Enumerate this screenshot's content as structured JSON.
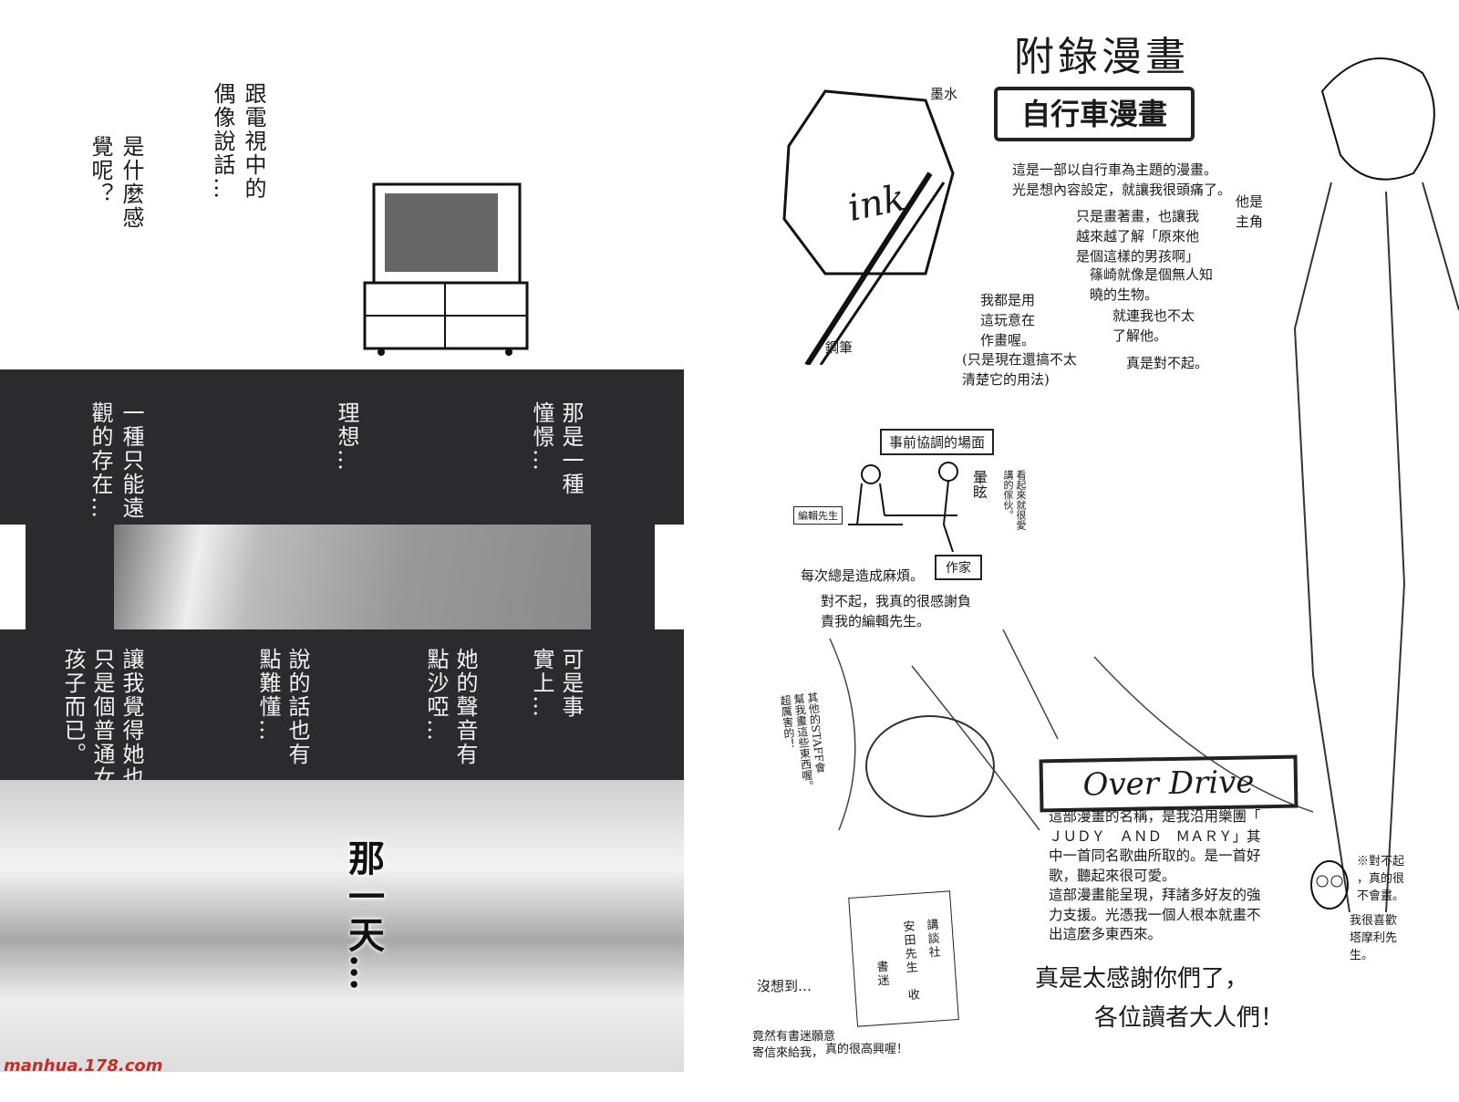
{
  "left_page": {
    "top_text": [
      "跟電視中的",
      "偶像說話…",
      "是什麼感",
      "覺呢？"
    ],
    "band1_text": [
      "那是一種",
      "憧憬…",
      "理想…",
      "一種只能遠",
      "觀的存在…"
    ],
    "band2_text": [
      "可是事",
      "實上…",
      "她的聲音有",
      "點沙啞…",
      "說的話也有",
      "點難懂…",
      "讓我覺得她也",
      "只是個普通女",
      "孩子而已。"
    ],
    "that_day": "那一天…",
    "watermark": "manhua.178.com"
  },
  "right_page": {
    "title": "附錄漫畫",
    "subtitle": "自行車漫畫",
    "ink_label": "墨水",
    "pen_label": "鋼筆",
    "ink_bottle_text": "ink",
    "intro": "這是一部以自行車為主題的漫畫。\n光是想內容設定，就讓我很頭痛了。",
    "protagonist": "他是\n主角",
    "note1": "只是畫著畫，也讓我\n越來越了解「原來他\n是個這樣的男孩啊」",
    "note2": "篠崎就像是個無人知\n曉的生物。",
    "note3": "就連我也不太\n了解他。",
    "note4": "真是對不起。",
    "pen_note": "我都是用\n這玩意在\n作畫喔。",
    "pen_note2": "(只是現在還搞不太\n清楚它的用法)",
    "meeting_title": "事前協調的場面",
    "editor_label": "編輯先生",
    "dizzy": "暈眩",
    "seems_dizzy": "看起來就很愛\n講的傢伙。",
    "writer_label": "作家",
    "trouble": "每次總是造成麻煩。",
    "thanks_editor": "對不起，我真的很感謝負\n責我的編輯先生。",
    "staff_note": "其他的STAFF會\n幫我畫這些東西喔。\n超厲害的！",
    "overdrive_logo": "Over Drive",
    "overdrive_text": "這部漫畫的名稱，是我沿用樂團「\nＪＵＤＹ　ＡＮＤ　ＭＡＲＹ」其\n中一首同名歌曲所取的。是一首好\n歌，聽起來很可愛。\n這部漫畫能呈現，拜諸多好友的強\n力支援。光憑我一個人根本就畫不\n出這麼多東西來。",
    "sorry_note": "※對不起\n，真的很\n不會畫。",
    "tamori_note": "我很喜歡\n塔摩利先\n生。",
    "thanks_big1": "真是太感謝你們了，",
    "thanks_big2": "各位讀者大人們！",
    "letter": [
      "講談社",
      "安田先生　收",
      "書迷"
    ],
    "unexpected": "沒想到…",
    "fan_letter": "竟然有書迷願意\n寄信來給我，",
    "happy": "真的很高興喔！"
  }
}
